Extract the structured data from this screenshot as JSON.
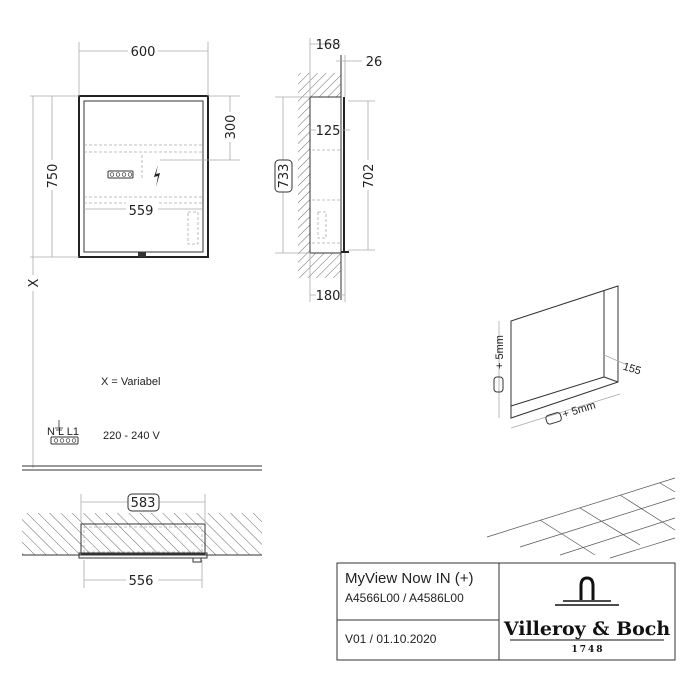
{
  "front_view": {
    "width": "600",
    "height": "750",
    "socket_height": "300",
    "inner_width": "559",
    "floor_distance": "X"
  },
  "side_view": {
    "depth_total": "168",
    "front_panel": "26",
    "shelf": "125",
    "niche_height": "733",
    "inner_height": "702",
    "niche_depth": "180"
  },
  "iso_view": {
    "height_tolerance": "+ 5mm",
    "width_tolerance": "+ 5mm",
    "depth": "155"
  },
  "notes": {
    "variable": "X = Variabel",
    "terminal_labels": "N  L L1",
    "voltage": "220 - 240 V"
  },
  "plan_view": {
    "niche_width": "583",
    "inner_width": "556"
  },
  "title_block": {
    "product": "MyView Now IN (+)",
    "article_numbers": "A4566L00 / A4586L00",
    "version": "V01 / 01.10.2020",
    "brand": "Villeroy & Boch",
    "brand_year": "1748"
  }
}
